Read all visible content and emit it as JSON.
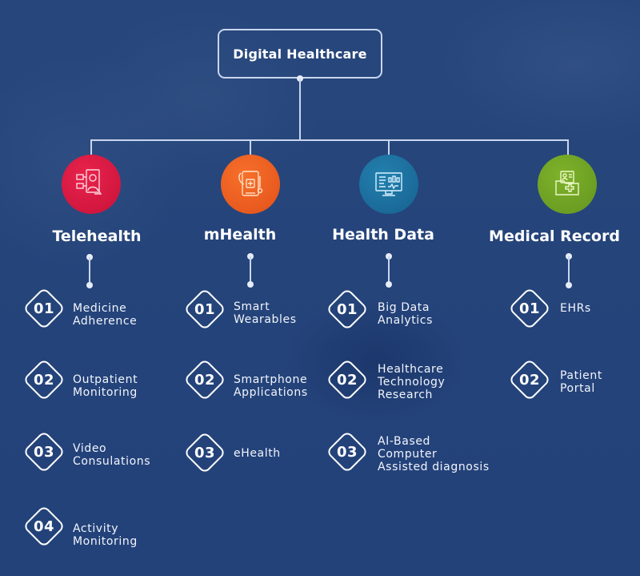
{
  "root": {
    "title": "Digital Healthcare"
  },
  "categories": [
    {
      "title": "Telehealth",
      "color": "#d8193f",
      "icon": "telehealth-video-call-icon",
      "items": [
        {
          "num": "01",
          "label": "Medicine\nAdherence"
        },
        {
          "num": "02",
          "label": "Outpatient\nMonitoring"
        },
        {
          "num": "03",
          "label": "Video\nConsulations"
        },
        {
          "num": "04",
          "label": "Activity\nMonitoring"
        }
      ]
    },
    {
      "title": "mHealth",
      "color": "#ef5a1c",
      "icon": "mobile-health-icon",
      "items": [
        {
          "num": "01",
          "label": "Smart\nWearables"
        },
        {
          "num": "02",
          "label": "Smartphone\nApplications"
        },
        {
          "num": "03",
          "label": "eHealth"
        }
      ]
    },
    {
      "title": "Health Data",
      "color": "#1a6a98",
      "icon": "monitor-analytics-icon",
      "items": [
        {
          "num": "01",
          "label": "Big Data\nAnalytics"
        },
        {
          "num": "02",
          "label": "Healthcare\nTechnology\nResearch"
        },
        {
          "num": "03",
          "label": "AI-Based\nComputer\nAssisted diagnosis"
        }
      ]
    },
    {
      "title": "Medical Record",
      "color": "#6e9e22",
      "icon": "medical-folder-icon",
      "items": [
        {
          "num": "01",
          "label": "EHRs"
        },
        {
          "num": "02",
          "label": "Patient\nPortal"
        }
      ]
    }
  ]
}
